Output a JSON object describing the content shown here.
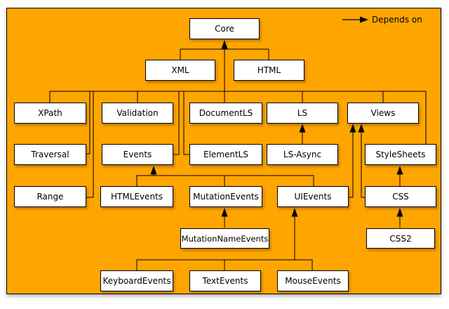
{
  "legend": {
    "label": "Depends on"
  },
  "nodes": {
    "core": {
      "label": "Core"
    },
    "xml": {
      "label": "XML"
    },
    "html": {
      "label": "HTML"
    },
    "xpath": {
      "label": "XPath"
    },
    "validation": {
      "label": "Validation"
    },
    "documentls": {
      "label": "DocumentLS"
    },
    "ls": {
      "label": "LS"
    },
    "views": {
      "label": "Views"
    },
    "traversal": {
      "label": "Traversal"
    },
    "events": {
      "label": "Events"
    },
    "elementls": {
      "label": "ElementLS"
    },
    "lsasync": {
      "label": "LS-Async"
    },
    "stylesheets": {
      "label": "StyleSheets"
    },
    "range": {
      "label": "Range"
    },
    "htmlevents": {
      "label": "HTMLEvents"
    },
    "mutationevents": {
      "label": "MutationEvents"
    },
    "uievents": {
      "label": "UIEvents"
    },
    "css": {
      "label": "CSS"
    },
    "mutationnameevents": {
      "label": "MutationNameEvents"
    },
    "css2": {
      "label": "CSS2"
    },
    "keyboardevents": {
      "label": "KeyboardEvents"
    },
    "textevents": {
      "label": "TextEvents"
    },
    "mouseevents": {
      "label": "MouseEvents"
    }
  },
  "edges": [
    {
      "from": "XML",
      "to": "Core"
    },
    {
      "from": "HTML",
      "to": "Core"
    },
    {
      "from": "XPath",
      "to": "Core"
    },
    {
      "from": "Validation",
      "to": "Core"
    },
    {
      "from": "DocumentLS",
      "to": "Core"
    },
    {
      "from": "LS",
      "to": "Core"
    },
    {
      "from": "Views",
      "to": "Core"
    },
    {
      "from": "Traversal",
      "to": "Core"
    },
    {
      "from": "Range",
      "to": "Core"
    },
    {
      "from": "Events",
      "to": "Core"
    },
    {
      "from": "ElementLS",
      "to": "Core"
    },
    {
      "from": "StyleSheets",
      "to": "Core"
    },
    {
      "from": "LS-Async",
      "to": "LS"
    },
    {
      "from": "UIEvents",
      "to": "Views"
    },
    {
      "from": "CSS",
      "to": "Views"
    },
    {
      "from": "CSS",
      "to": "StyleSheets"
    },
    {
      "from": "HTMLEvents",
      "to": "Events"
    },
    {
      "from": "MutationEvents",
      "to": "Events"
    },
    {
      "from": "UIEvents",
      "to": "Events"
    },
    {
      "from": "MutationNameEvents",
      "to": "MutationEvents"
    },
    {
      "from": "CSS2",
      "to": "CSS"
    },
    {
      "from": "KeyboardEvents",
      "to": "UIEvents"
    },
    {
      "from": "TextEvents",
      "to": "UIEvents"
    },
    {
      "from": "MouseEvents",
      "to": "UIEvents"
    }
  ],
  "colors": {
    "background": "#FFA500",
    "node_fill": "#FFFFFF",
    "line": "#000000"
  }
}
